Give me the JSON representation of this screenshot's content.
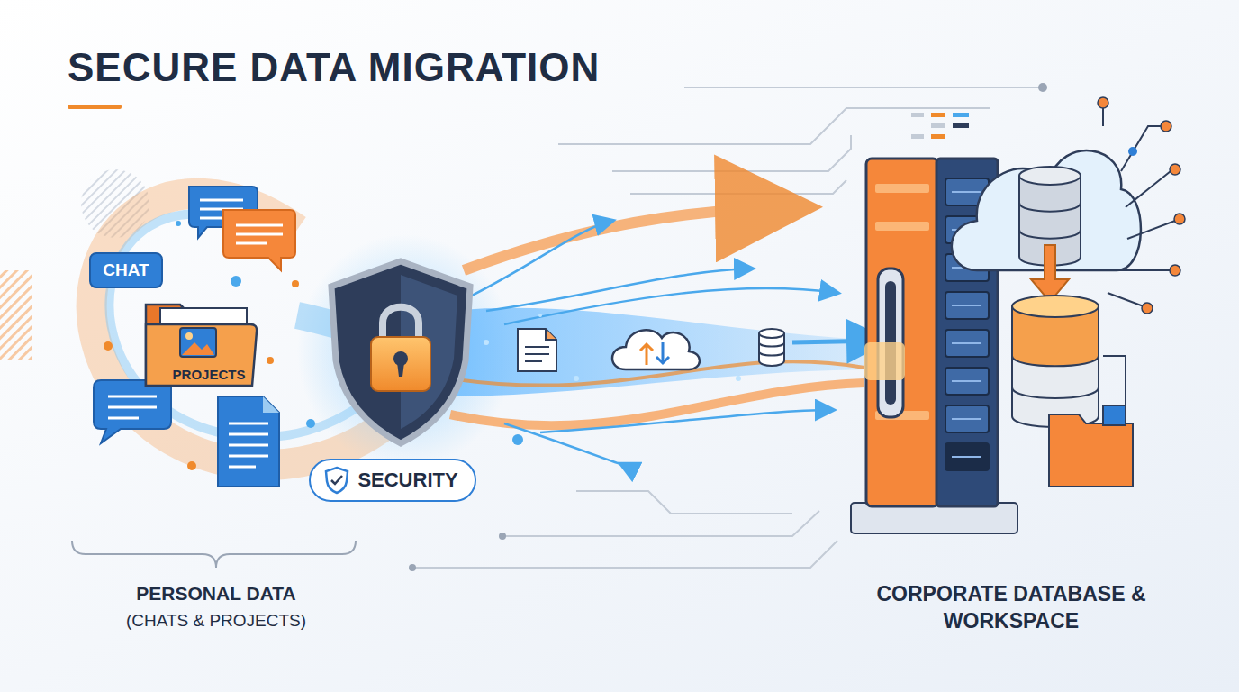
{
  "diagram": {
    "title": "SECURE DATA MIGRATION",
    "nodes": [
      {
        "text": [
          "CHAT"
        ]
      },
      {
        "text": [
          "PROJECTS"
        ]
      },
      {
        "text": [
          "SECURITY"
        ]
      }
    ],
    "labels": [
      "PERSONAL DATA",
      "(CHATS & PROJECTS)",
      "CORPORATE DATABASE & WORKSPACE"
    ]
  }
}
